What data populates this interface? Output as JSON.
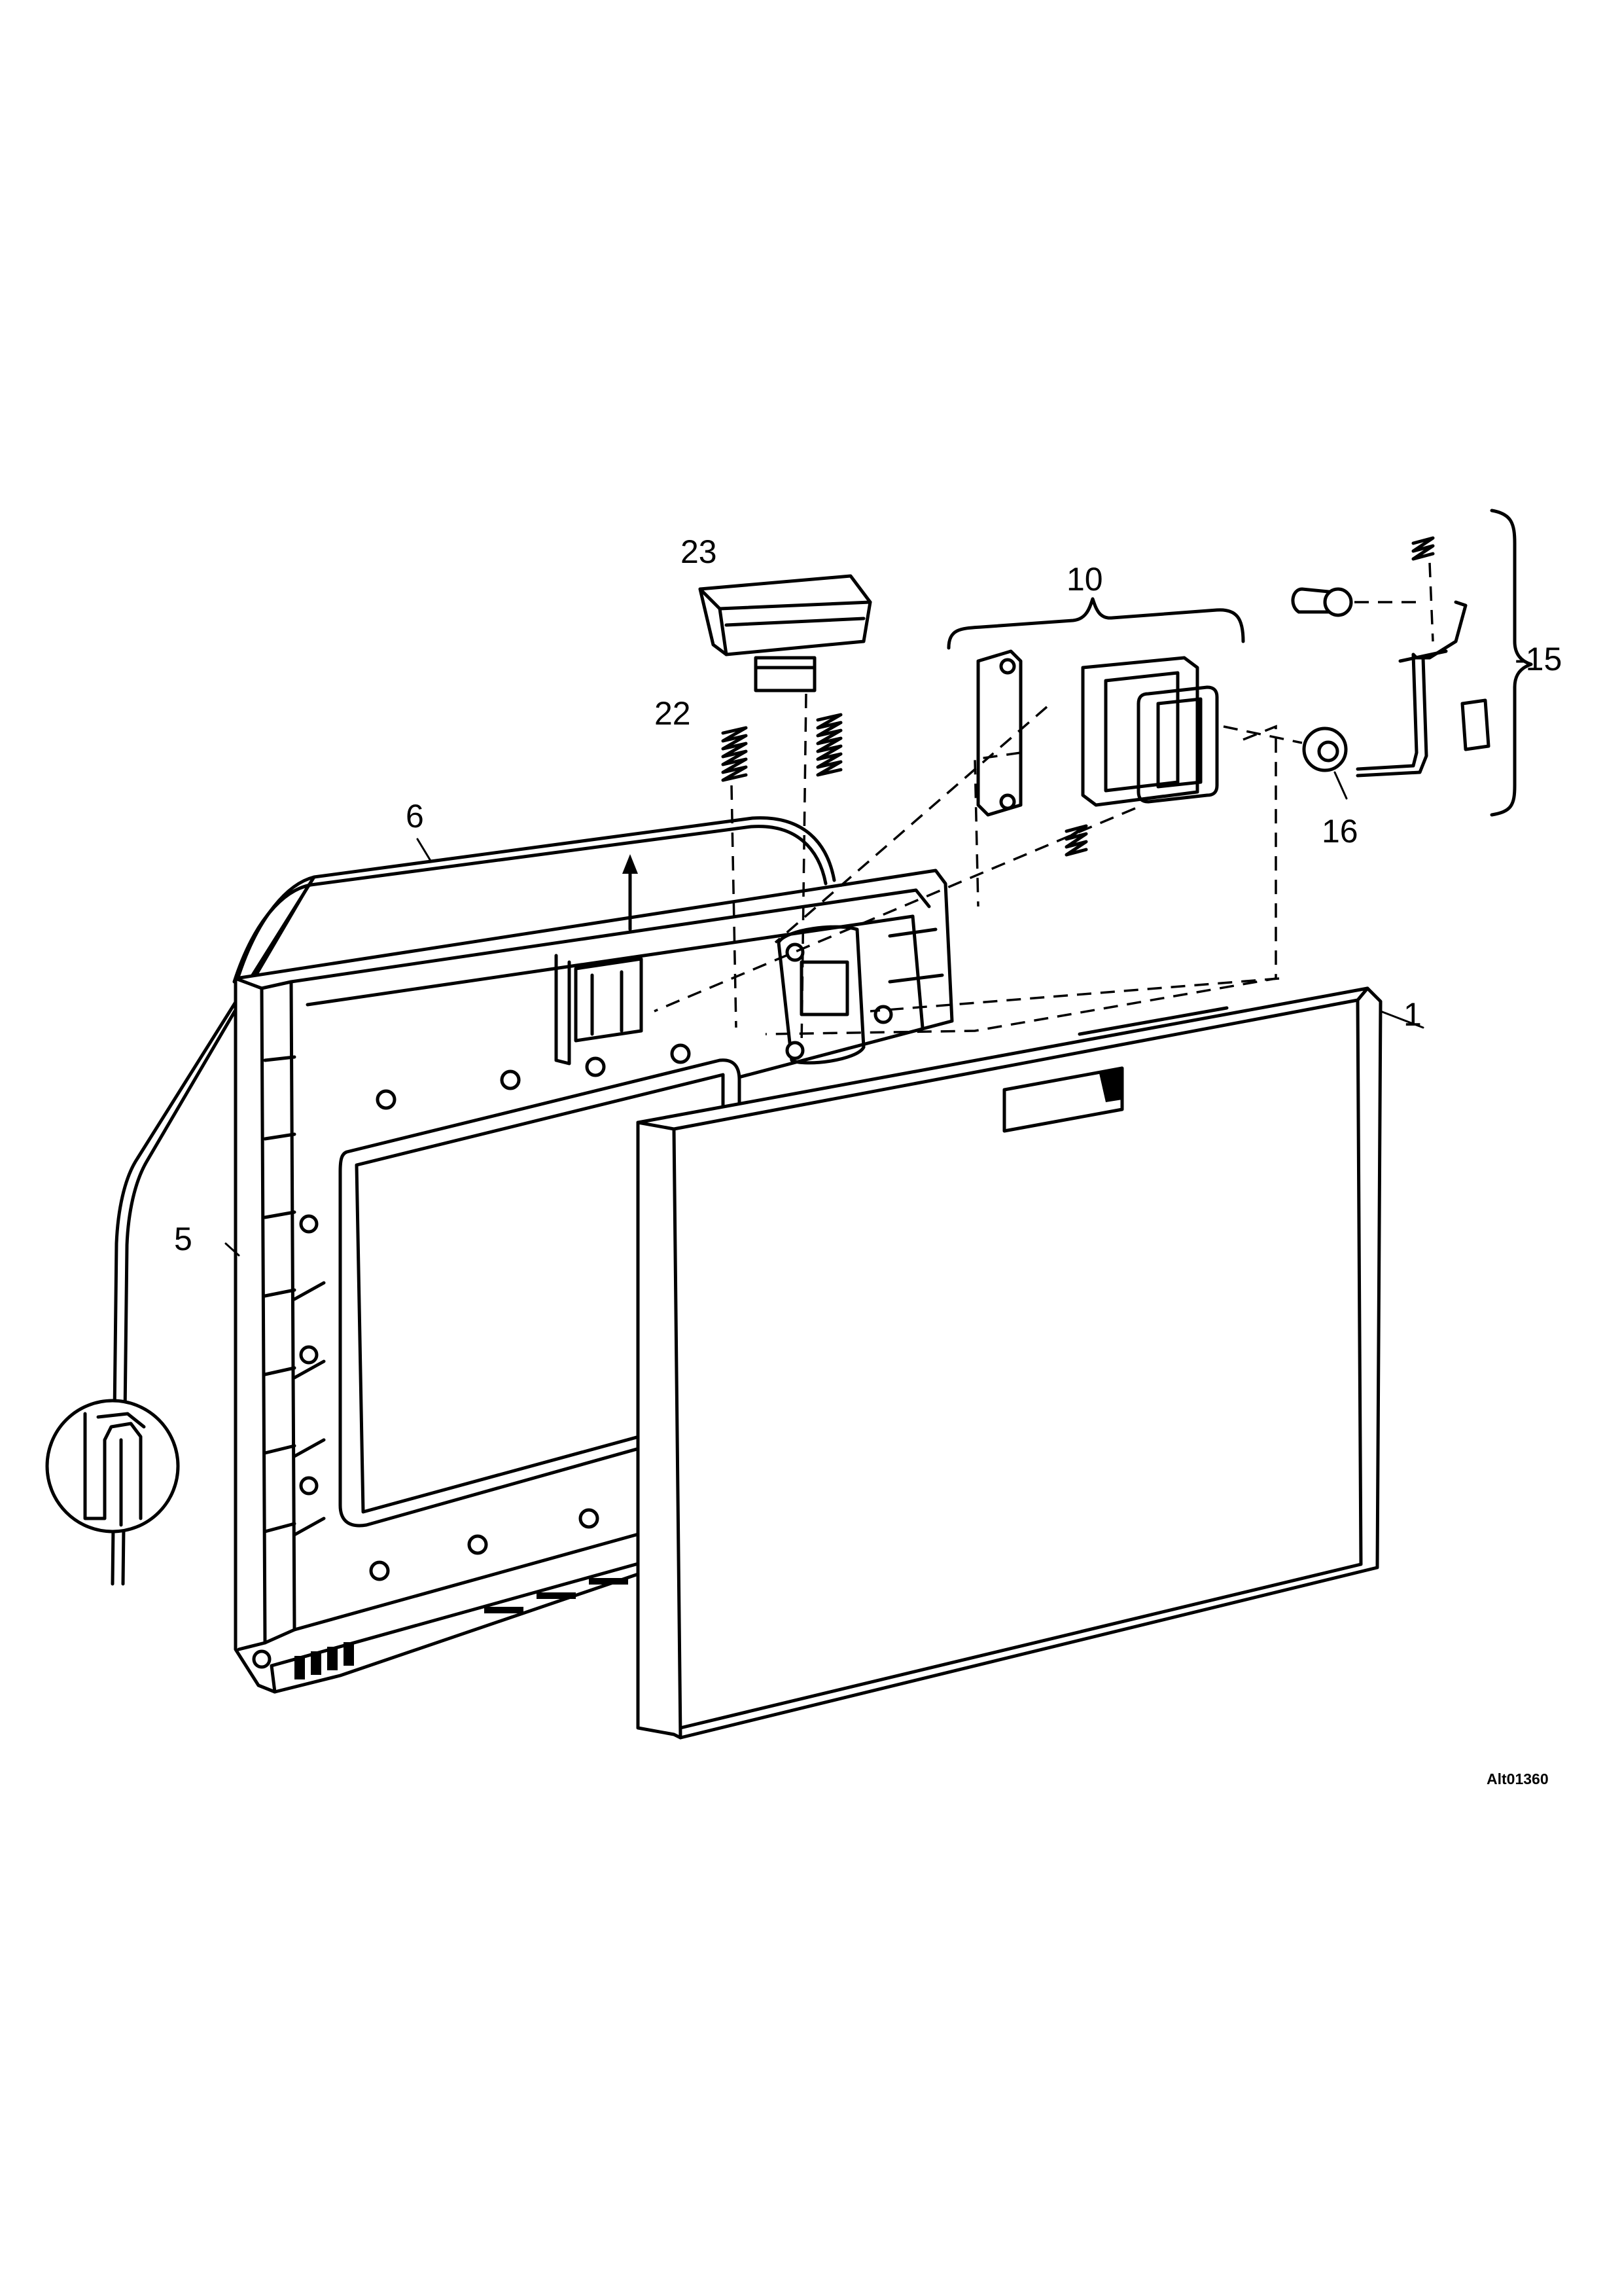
{
  "callouts": {
    "p1": "1",
    "p5": "5",
    "p6": "6",
    "p10": "10",
    "p15": "-15",
    "p16": "16",
    "p22": "22",
    "p23": "23"
  },
  "figure_id": "Alt01360"
}
